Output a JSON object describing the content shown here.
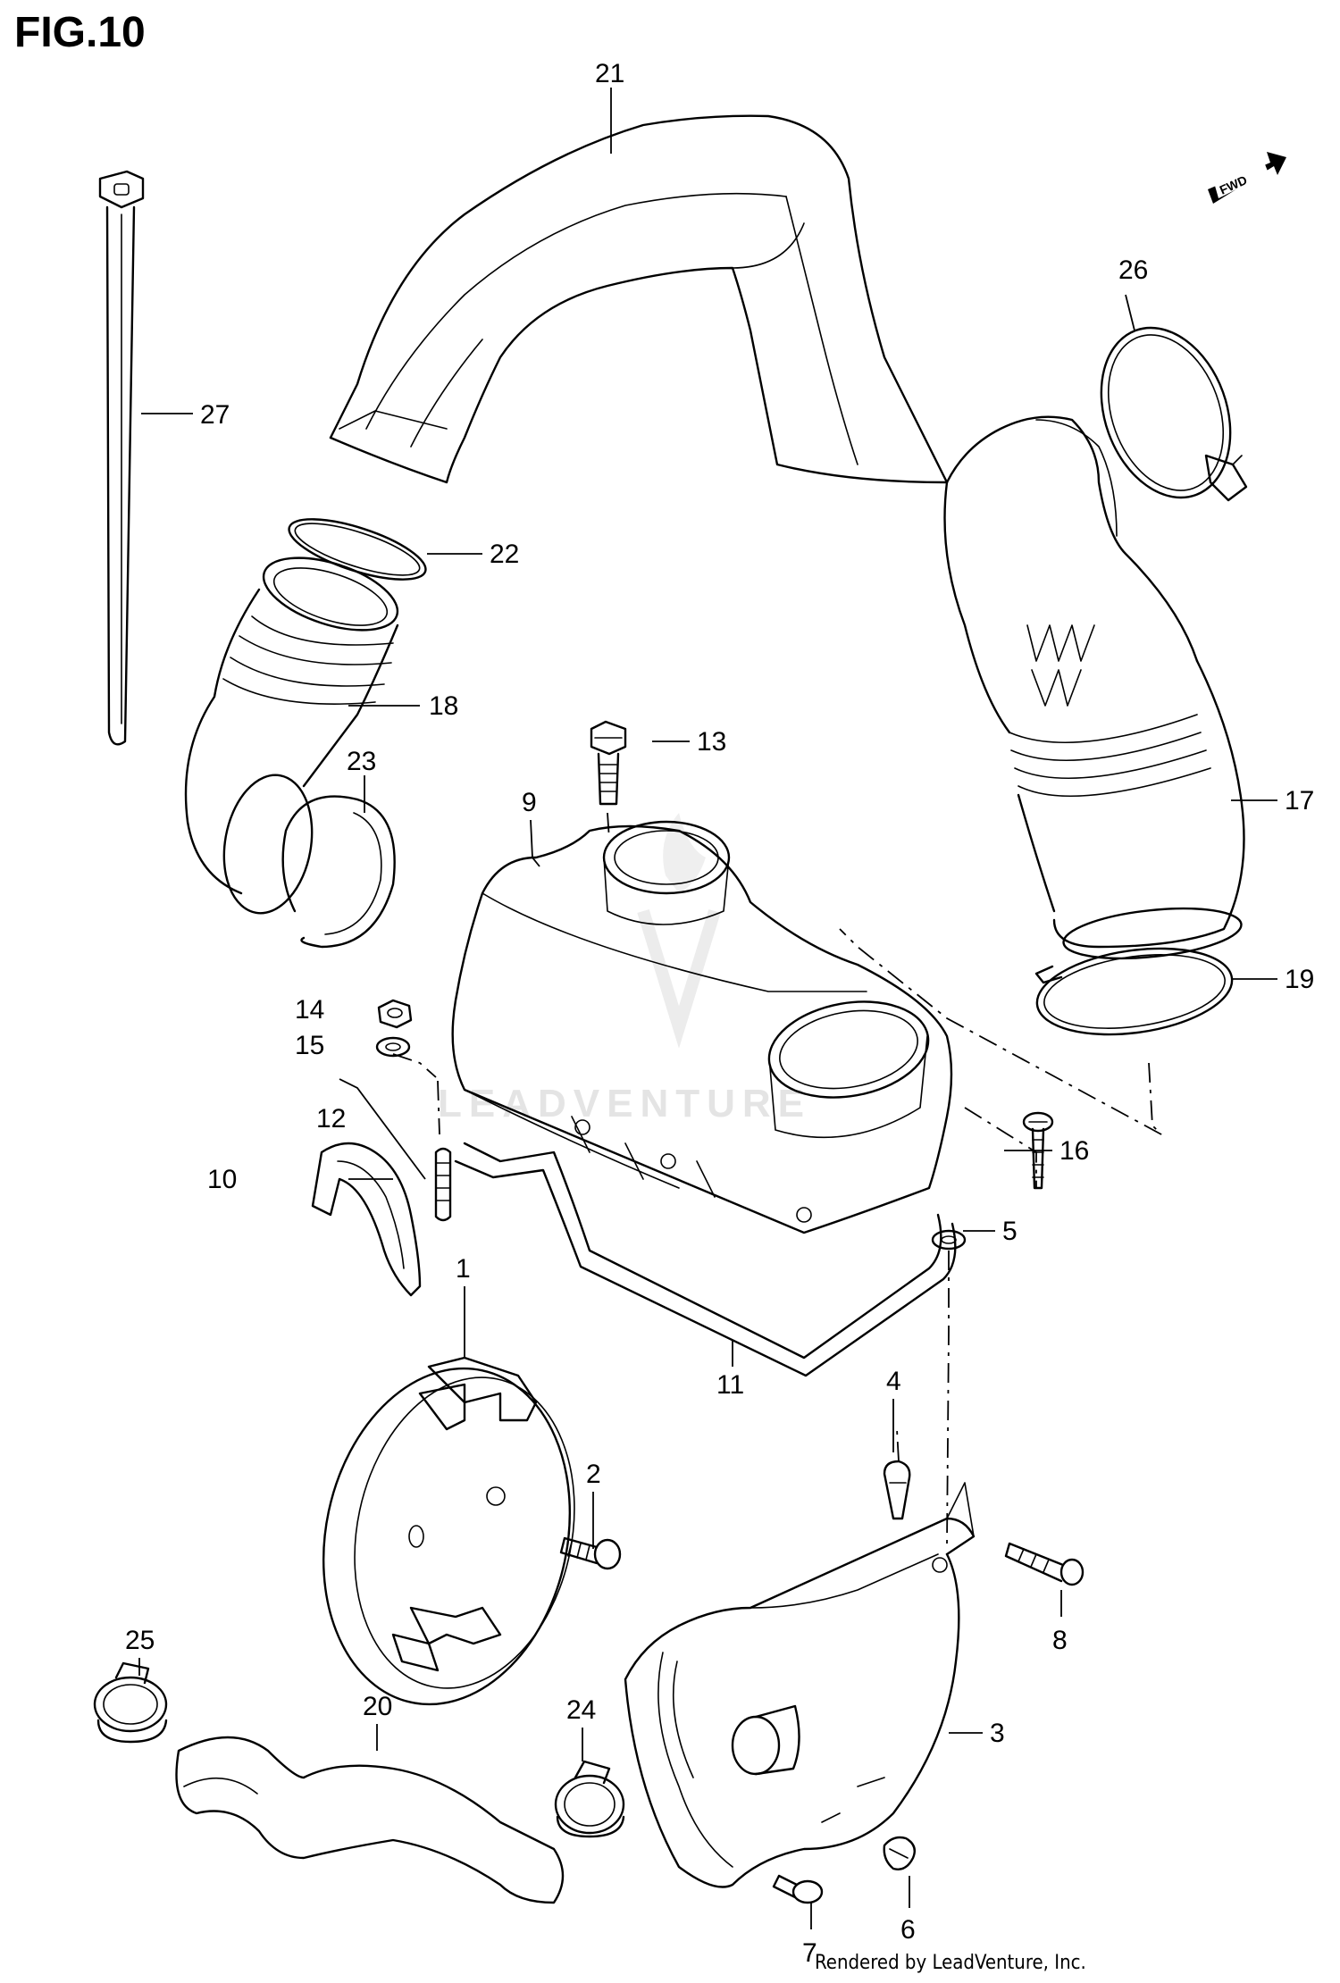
{
  "figure": {
    "title": "FIG.10",
    "credit": "Rendered by LeadVenture, Inc.",
    "watermark": "LEADVENTURE",
    "direction_badge": "FWD"
  },
  "callouts": [
    {
      "id": "c1",
      "label": "1"
    },
    {
      "id": "c2",
      "label": "2"
    },
    {
      "id": "c3",
      "label": "3"
    },
    {
      "id": "c4",
      "label": "4"
    },
    {
      "id": "c5",
      "label": "5"
    },
    {
      "id": "c6",
      "label": "6"
    },
    {
      "id": "c7",
      "label": "7"
    },
    {
      "id": "c8",
      "label": "8"
    },
    {
      "id": "c9",
      "label": "9"
    },
    {
      "id": "c10",
      "label": "10"
    },
    {
      "id": "c11",
      "label": "11"
    },
    {
      "id": "c12",
      "label": "12"
    },
    {
      "id": "c13",
      "label": "13"
    },
    {
      "id": "c14",
      "label": "14"
    },
    {
      "id": "c15",
      "label": "15"
    },
    {
      "id": "c16",
      "label": "16"
    },
    {
      "id": "c17",
      "label": "17"
    },
    {
      "id": "c18",
      "label": "18"
    },
    {
      "id": "c19",
      "label": "19"
    },
    {
      "id": "c20",
      "label": "20"
    },
    {
      "id": "c21",
      "label": "21"
    },
    {
      "id": "c22",
      "label": "22"
    },
    {
      "id": "c23",
      "label": "23"
    },
    {
      "id": "c24",
      "label": "24"
    },
    {
      "id": "c25",
      "label": "25"
    },
    {
      "id": "c26",
      "label": "26"
    },
    {
      "id": "c27",
      "label": "27"
    }
  ]
}
